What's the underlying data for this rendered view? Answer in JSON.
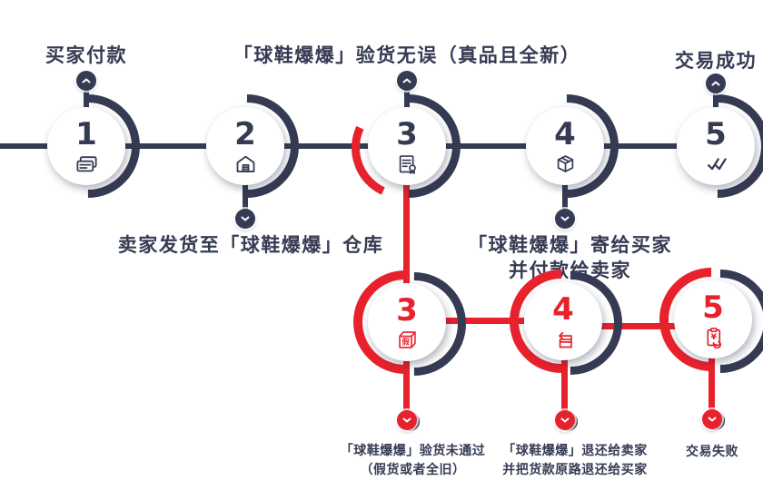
{
  "diagram_title": "sneaker-platform-escrow-flow",
  "colors": {
    "navy": "#363b54",
    "red": "#e7222d",
    "background": "#ffffff"
  },
  "timeline": {
    "step1": {
      "num": "1",
      "icon": "credit-card-icon",
      "label": "买家付款"
    },
    "step2": {
      "num": "2",
      "icon": "warehouse-icon",
      "label": "卖家发货至「球鞋爆爆」仓库"
    },
    "step3": {
      "num": "3",
      "icon": "certificate-icon",
      "label": "「球鞋爆爆」验货无误（真品且全新）"
    },
    "step4": {
      "num": "4",
      "icon": "package-icon",
      "label_line1": "「球鞋爆爆」寄给买家",
      "label_line2": "并付款给卖家"
    },
    "step5": {
      "num": "5",
      "icon": "double-check-icon",
      "label": "交易成功"
    }
  },
  "failure_branch": {
    "step3": {
      "num": "3",
      "icon": "fake-box-icon",
      "icon_text": "假",
      "label_line1": "「球鞋爆爆」验货未通过",
      "label_line2": "（假货或者全旧）"
    },
    "step4": {
      "num": "4",
      "icon": "return-box-icon",
      "label_line1": "「球鞋爆爆」退还给卖家",
      "label_line2": "并把货款原路退还给买家"
    },
    "step5": {
      "num": "5",
      "icon": "refund-icon",
      "icon_text": "¥",
      "label": "交易失败"
    }
  }
}
